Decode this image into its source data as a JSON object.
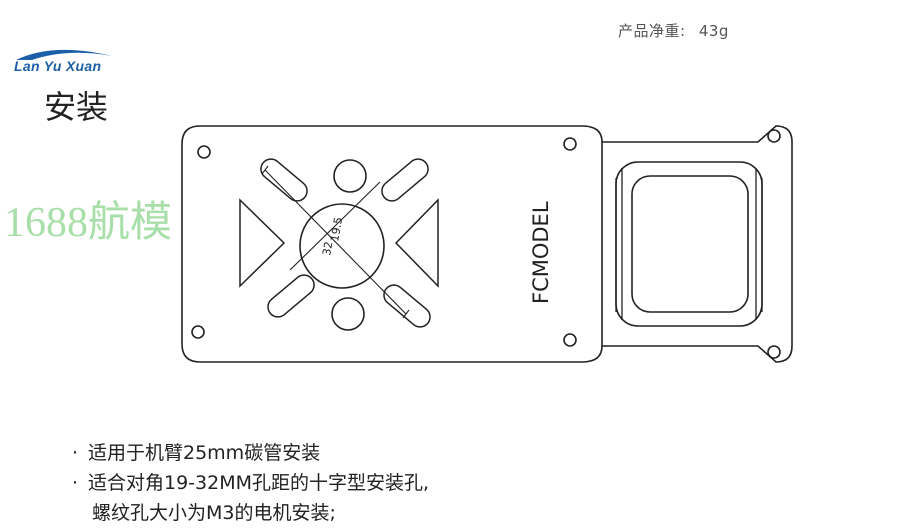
{
  "header": {
    "weight_label": "产品净重:",
    "weight_value": "43g"
  },
  "logo": {
    "text": "Lan Yu Xuan",
    "color": "#1c5fa8"
  },
  "section_title": "安装",
  "watermark": "1688航模",
  "drawing": {
    "plate_label": "FCMODEL",
    "dim_outer": "19.5",
    "dim_inner": "32"
  },
  "bullets": [
    "适用于机臂25mm碳管安装",
    "适合对角19-32MM孔距的十字型安装孔,",
    "螺纹孔大小为M3的电机安装;"
  ],
  "bullet_marker": "·"
}
